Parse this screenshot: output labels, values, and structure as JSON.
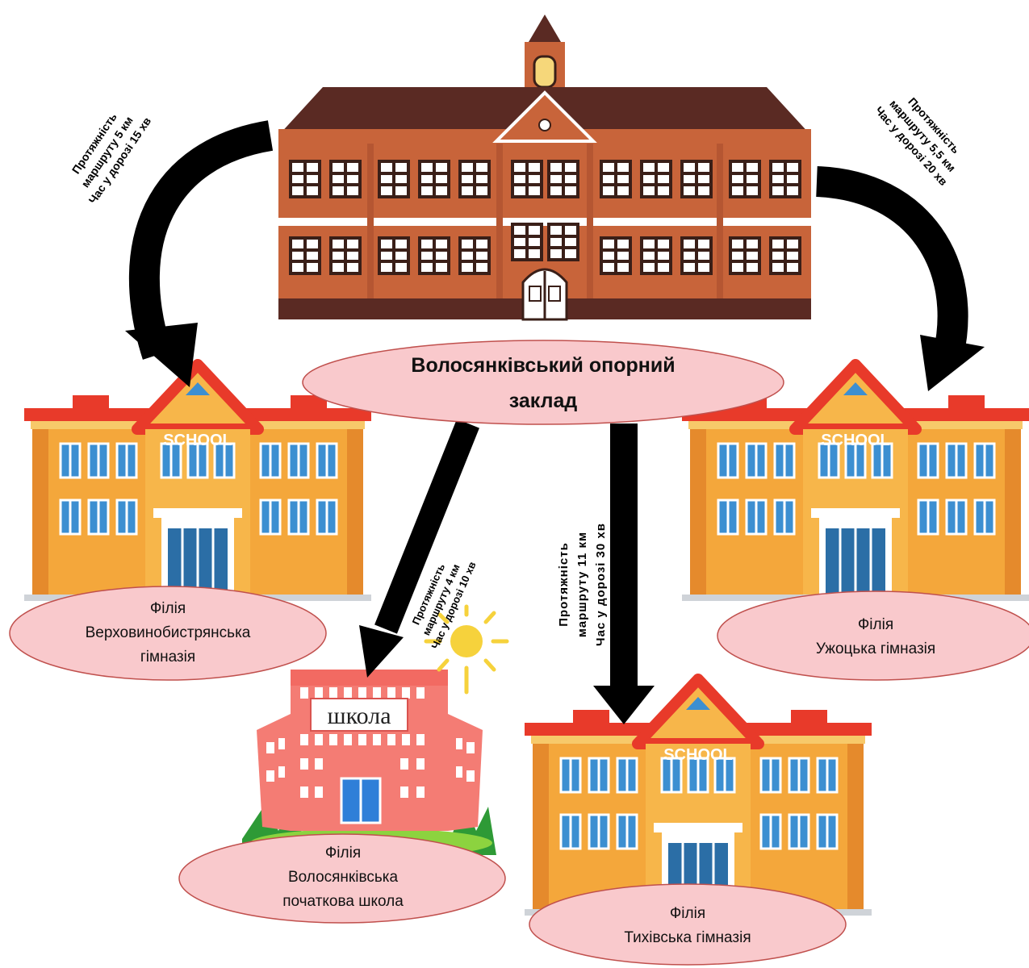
{
  "hub": {
    "name_line1": "Волосянківський опорний",
    "name_line2": "заклад"
  },
  "routes": {
    "left": {
      "line1": "Протяжність",
      "line2": "маршруту 5 км",
      "line3": "Час у дорозі 15 хв"
    },
    "right": {
      "line1": "Протяжність",
      "line2": "маршруту 5,5 км",
      "line3": "Час у дорозі 20 хв"
    },
    "center_left": {
      "line1": "Протяжність",
      "line2": "маршруту 4 км",
      "line3": "Час у дорозі 10 хв"
    },
    "center_right": {
      "line1": "Протяжність",
      "line2": "маршруту 11 км",
      "line3": "Час у дорозі 30 хв"
    }
  },
  "branches": {
    "verkhovyna": {
      "line1": "Філія",
      "line2": "Верховинобистрянська",
      "line3": "гімназія"
    },
    "uzhok": {
      "line1": "Філія",
      "line2": "Ужоцька гімназія"
    },
    "volosianka": {
      "line1": "Філія",
      "line2": "Волосянківська",
      "line3": "початкова школа"
    },
    "tykhyi": {
      "line1": "Філія",
      "line2": "Тихівська гімназія"
    }
  },
  "building_signs": {
    "school_en": "SCHOOL",
    "school_ua": "школа"
  },
  "colors": {
    "arrow": "#000000",
    "ellipse_fill": "#f9c9cc",
    "ellipse_stroke": "#c0504d",
    "main_brick": "#c8643a",
    "main_roof": "#5a2a23",
    "school_body": "#f4a73b",
    "school_roof": "#e83a2a",
    "pink_school": "#f47c74"
  }
}
